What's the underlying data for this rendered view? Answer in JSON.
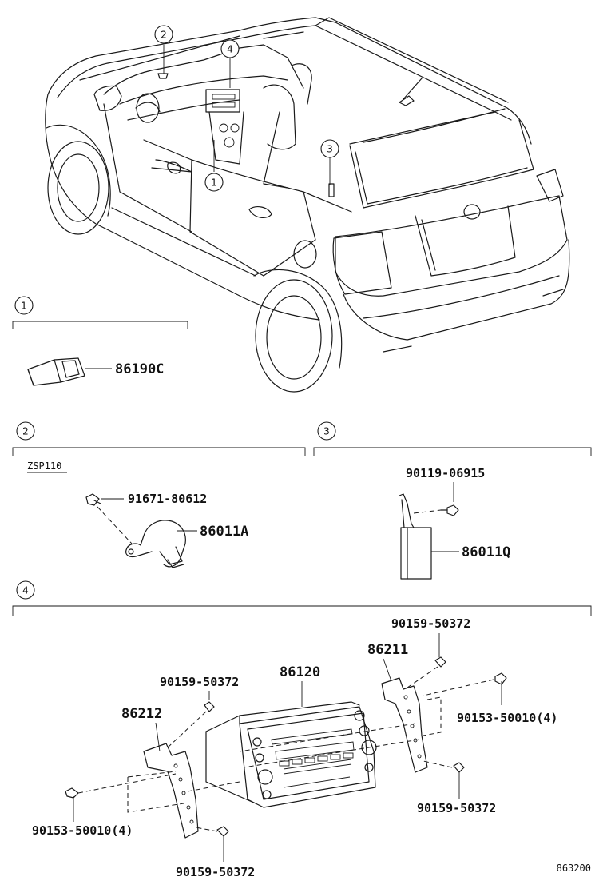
{
  "callouts": [
    "1",
    "2",
    "3",
    "4"
  ],
  "sections": {
    "s1": {
      "number": "1",
      "parts": {
        "switch": "86190C"
      }
    },
    "s2": {
      "number": "2",
      "model": "ZSP110",
      "parts": {
        "bolt": "91671-80612",
        "sensor": "86011A"
      }
    },
    "s3": {
      "number": "3",
      "parts": {
        "bolt": "90119-06915",
        "amp": "86011Q"
      }
    },
    "s4": {
      "number": "4",
      "parts": {
        "radio": "86120",
        "bracket_r": "86211",
        "bracket_l": "86212",
        "screw_top_right": "90159-50372",
        "screw_top_left": "90159-50372",
        "screw_right_low": "90159-50372",
        "screw_bottom": "90159-50372",
        "bolt_right": "90153-50010(4)",
        "bolt_left": "90153-50010(4)"
      }
    }
  },
  "figure_code": "863200"
}
